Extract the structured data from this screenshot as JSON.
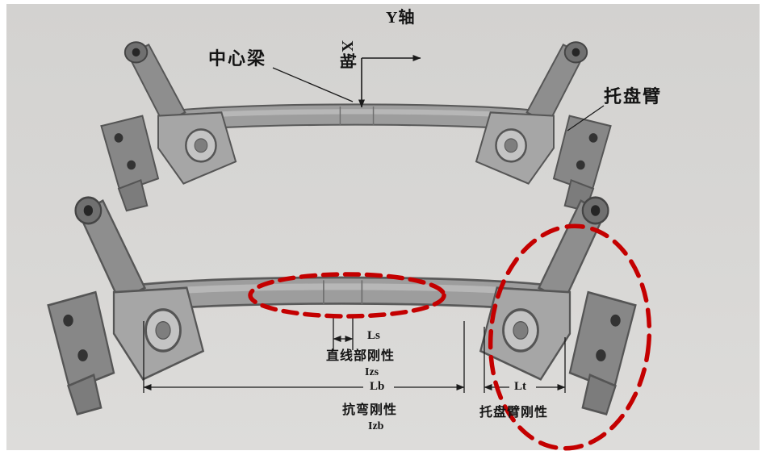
{
  "labels": {
    "y_axis": "Y轴",
    "x_axis": "X轴",
    "center_beam": "中心梁",
    "trailing_arm": "托盘臂"
  },
  "dimensions": {
    "ls": {
      "symbol": "Ls",
      "caption": "直线部刚性",
      "stiffness": "Izs"
    },
    "lb": {
      "symbol": "Lb",
      "caption": "抗弯刚性",
      "stiffness": "Izb"
    },
    "lt": {
      "symbol": "Lt",
      "caption": "托盘臂刚性"
    }
  },
  "highlights": {
    "beam_center": "dashed-ellipse-on-center-beam",
    "right_arm": "dashed-ellipse-on-right-trailing-arm"
  },
  "colors": {
    "highlight": "#c40000",
    "background": "#d7d6d4",
    "metal_fill": "#9d9d9d",
    "line": "#1a1a1a"
  }
}
